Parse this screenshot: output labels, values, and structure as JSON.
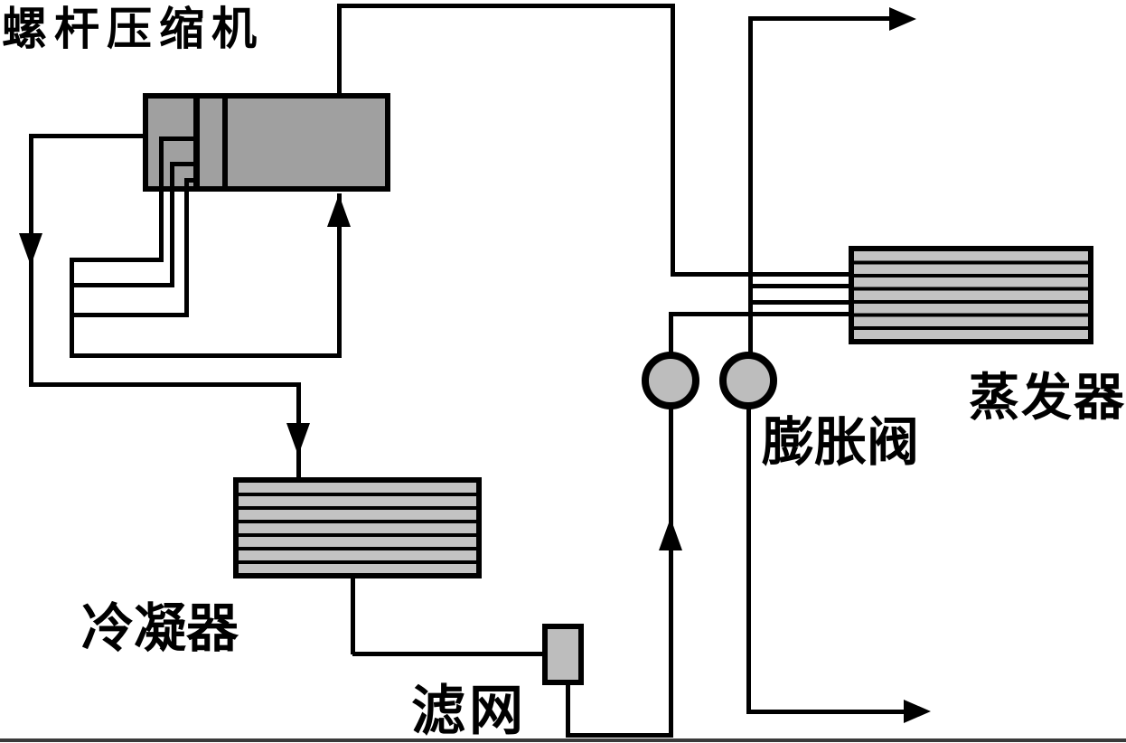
{
  "diagram": {
    "type": "refrigeration-cycle-schematic",
    "labels": {
      "compressor": "螺杆压缩机",
      "condenser": "冷凝器",
      "filter": "滤网",
      "expansion_valve": "膨胀阀",
      "evaporator": "蒸发器"
    },
    "colors": {
      "line": "#000000",
      "background": "#ffffff",
      "compressor_fill": "#a0a0a0",
      "exchanger_fill": "#c3c3c3",
      "valve_fill": "#bdbdbd",
      "bottom_rule": "#3a3a3a"
    }
  }
}
